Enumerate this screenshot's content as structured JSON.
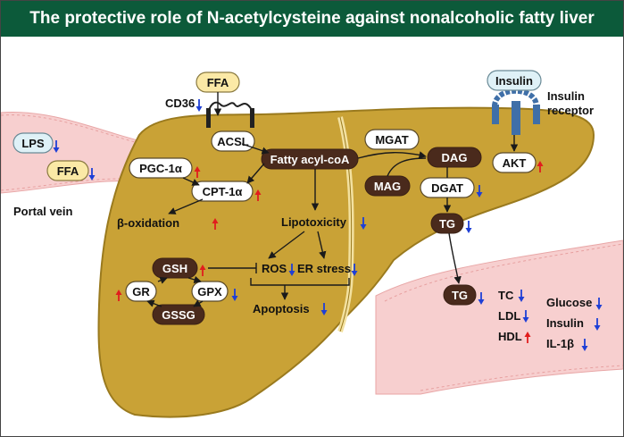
{
  "title": "The protective role of N-acetylcysteine against nonalcoholic fatty liver disease",
  "labels": {
    "ffa_top": "FFA",
    "cd36": "CD36",
    "insulin": "Insulin",
    "insulin_receptor_1": "Insulin",
    "insulin_receptor_2": "receptor",
    "lps": "LPS",
    "ffa_portal": "FFA",
    "portal_vein": "Portal vein",
    "acsl": "ACSL",
    "pgc1a": "PGC-1α",
    "cpt1a": "CPT-1α",
    "fatty_acyl": "Fatty acyl-coA",
    "beta_ox": "β-oxidation",
    "lipotoxicity": "Lipotoxicity",
    "mgat": "MGAT",
    "mag": "MAG",
    "dag": "DAG",
    "dgat": "DGAT",
    "tg_liver": "TG",
    "akt": "AKT",
    "ros": "ROS",
    "er_stress": "ER stress",
    "apoptosis": "Apoptosis",
    "gsh": "GSH",
    "gr": "GR",
    "gpx": "GPX",
    "gssg": "GSSG",
    "tg_blood": "TG",
    "tc": "TC",
    "ldl": "LDL",
    "hdl": "HDL",
    "glucose": "Glucose",
    "insulin_blood": "Insulin",
    "il1b": "IL-1β"
  },
  "regulation": {
    "cd36": "down",
    "lps": "down",
    "ffa_portal": "down",
    "pgc1a": "up",
    "cpt1a": "up",
    "beta_ox": "up",
    "lipotoxicity": "down",
    "dgat": "down",
    "tg_liver": "down",
    "akt": "up",
    "ros": "down",
    "er_stress": "down",
    "apoptosis": "down",
    "gsh": "up",
    "gr": "up",
    "gpx": "down",
    "tg_blood": "down",
    "tc": "down",
    "ldl": "down",
    "hdl": "up",
    "glucose": "down",
    "insulin_blood": "down",
    "il1b": "down"
  },
  "colors": {
    "header": "#0c5a3a",
    "liver": "#c9a236",
    "vessel": "#f7cfcf",
    "up_arrow": "#e11d1d",
    "down_arrow": "#1e3fd6",
    "dark_pill": "#4a2a1c"
  }
}
